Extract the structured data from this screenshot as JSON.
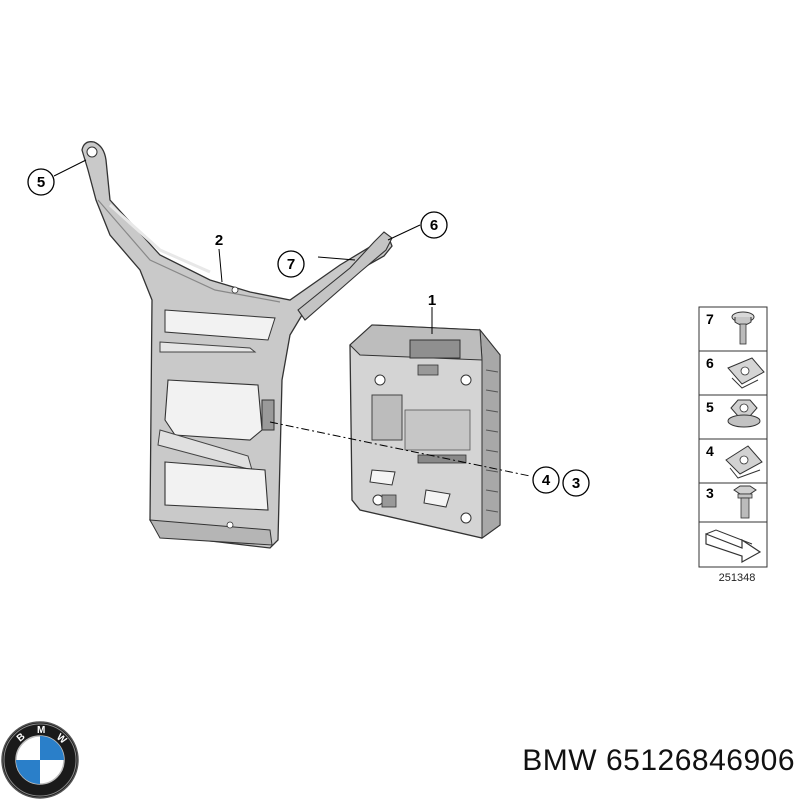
{
  "callouts": {
    "c1": "1",
    "c2": "2",
    "c3": "3",
    "c4": "4",
    "c5": "5",
    "c6": "6",
    "c7": "7"
  },
  "legend": {
    "items": [
      "7",
      "6",
      "5",
      "4",
      "3"
    ],
    "item_icons": [
      "bolt-with-washer-icon",
      "clip-nut-icon",
      "flange-nut-icon",
      "spring-nut-icon",
      "hex-bolt-icon"
    ],
    "diagram_number": "251348"
  },
  "brand": {
    "logo_lettering": "BMW",
    "name": "BMW",
    "part_number": "65126846906"
  },
  "colors": {
    "bracket_fill": "#c9c9c9",
    "module_fill": "#d4d4d4",
    "outline": "#333333"
  }
}
